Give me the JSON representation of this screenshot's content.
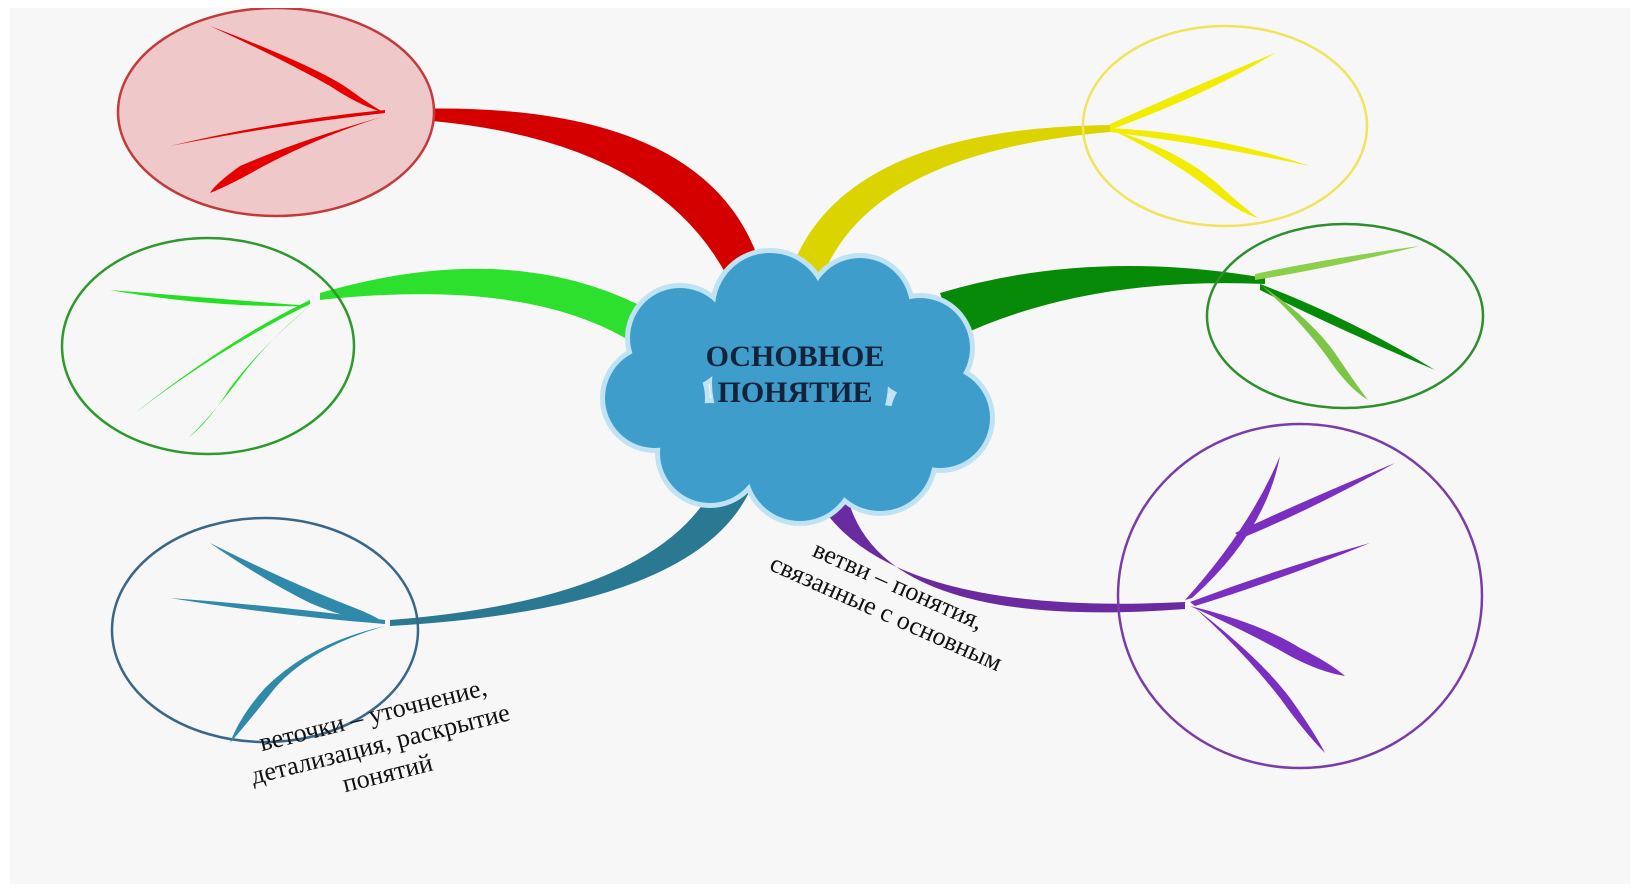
{
  "center": {
    "line1": "ОСНОВНОЕ",
    "line2": "ПОНЯТИЕ",
    "color": "#3f9dcc"
  },
  "captions": {
    "branches": {
      "line1": "ветви – понятия,",
      "line2": "связанные с основным"
    },
    "twigs": {
      "line1": "веточки – уточнение,",
      "line2": "детализация, раскрытие",
      "line3": "понятий"
    }
  },
  "branch_colors": {
    "red": "#d40000",
    "yellow": "#dcd400",
    "light_green": "#2ee02e",
    "dark_green": "#078a07",
    "teal": "#2a7891",
    "purple": "#6a2aa0"
  }
}
